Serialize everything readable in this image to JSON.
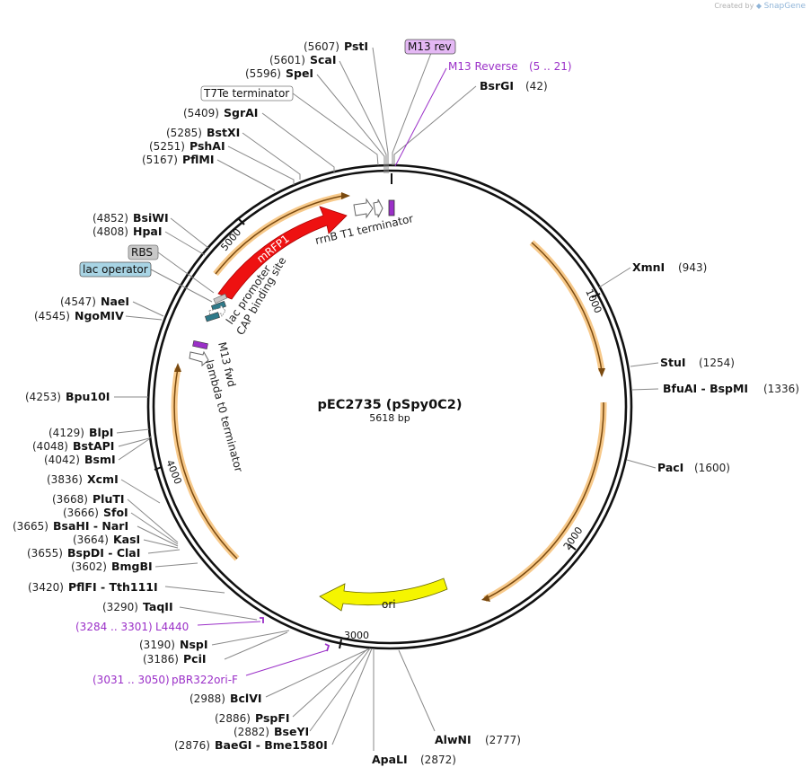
{
  "branding": {
    "prefix": "Created by",
    "name": "SnapGene"
  },
  "plasmid": {
    "name": "pEC2735 (pSpy0C2)",
    "length": "5618 bp",
    "total": 5618
  },
  "ticks": [
    "1000",
    "2000",
    "3000",
    "4000",
    "5000"
  ],
  "enzymes": [
    {
      "pos": "(5607)",
      "name": "PstI"
    },
    {
      "pos": "(5601)",
      "name": "ScaI"
    },
    {
      "pos": "(5596)",
      "name": "SpeI"
    },
    {
      "pos": "(42)",
      "name": "BsrGI"
    },
    {
      "pos": "(5409)",
      "name": "SgrAI"
    },
    {
      "pos": "(5285)",
      "name": "BstXI"
    },
    {
      "pos": "(5251)",
      "name": "PshAI"
    },
    {
      "pos": "(5167)",
      "name": "PflMI"
    },
    {
      "pos": "(4852)",
      "name": "BsiWI"
    },
    {
      "pos": "(4808)",
      "name": "HpaI"
    },
    {
      "pos": "(4547)",
      "name": "NaeI"
    },
    {
      "pos": "(4545)",
      "name": "NgoMIV"
    },
    {
      "pos": "(943)",
      "name": "XmnI"
    },
    {
      "pos": "(1254)",
      "name": "StuI"
    },
    {
      "pos": "(1336)",
      "name": "BfuAI  -  BspMI"
    },
    {
      "pos": "(1600)",
      "name": "PacI"
    },
    {
      "pos": "(4253)",
      "name": "Bpu10I"
    },
    {
      "pos": "(4129)",
      "name": "BlpI"
    },
    {
      "pos": "(4048)",
      "name": "BstAPI"
    },
    {
      "pos": "(4042)",
      "name": "BsmI"
    },
    {
      "pos": "(3836)",
      "name": "XcmI"
    },
    {
      "pos": "(3668)",
      "name": "PluTI"
    },
    {
      "pos": "(3666)",
      "name": "SfoI"
    },
    {
      "pos": "(3665)",
      "name": "BsaHI  -  NarI"
    },
    {
      "pos": "(3664)",
      "name": "KasI"
    },
    {
      "pos": "(3655)",
      "name": "BspDI  -  ClaI"
    },
    {
      "pos": "(3602)",
      "name": "BmgBI"
    },
    {
      "pos": "(3420)",
      "name": "PflFI  -  Tth111I"
    },
    {
      "pos": "(3290)",
      "name": "TaqII"
    },
    {
      "pos": "(3190)",
      "name": "NspI"
    },
    {
      "pos": "(3186)",
      "name": "PciI"
    },
    {
      "pos": "(2988)",
      "name": "BclVI"
    },
    {
      "pos": "(2886)",
      "name": "PspFI"
    },
    {
      "pos": "(2882)",
      "name": "BseYI"
    },
    {
      "pos": "(2876)",
      "name": "BaeGI  -  Bme1580I"
    },
    {
      "pos": "(2777)",
      "name": "AlwNI"
    },
    {
      "pos": "(2872)",
      "name": "ApaLI"
    }
  ],
  "primers": [
    {
      "name": "M13 Reverse",
      "range": "(5 .. 21)"
    },
    {
      "name": "L4440",
      "range": "(3284 .. 3301)"
    },
    {
      "name": "pBR322ori-F",
      "range": "(3031 .. 3050)"
    }
  ],
  "boxed_labels": {
    "m13rev": "M13 rev",
    "t7te": "T7Te terminator",
    "rbs": "RBS",
    "lacop": "lac operator"
  },
  "features": {
    "mrfp1": "mRFP1",
    "rrnb": "rrnB T1 terminator",
    "lacprom": "lac promoter",
    "cap": "CAP binding site",
    "m13fwd": "M13 fwd",
    "lambda": "lambda t0 terminator",
    "ori": "ori"
  },
  "colors": {
    "backbone": "#111111",
    "mrfp1": "#ee1111",
    "ori": "#f5f500",
    "orange_arc": "#f0a030",
    "primer": "#9b30c8",
    "rbs_box": "#c8c8c8",
    "lacop_box": "#a8d4e4",
    "m13rev_box": "#e4b8f4"
  }
}
